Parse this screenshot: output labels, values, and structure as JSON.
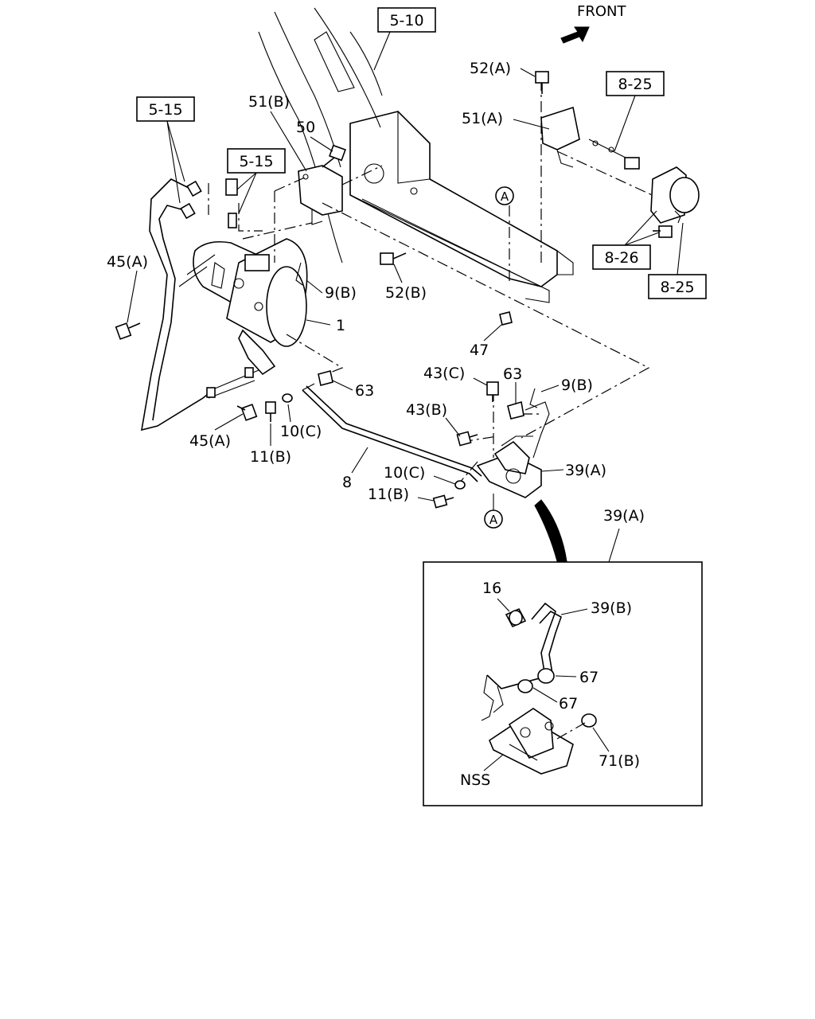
{
  "direction": {
    "front_label": "FRONT"
  },
  "ref_boxes": {
    "r1": "5-10",
    "r2": "5-15",
    "r3": "5-15",
    "r4": "8-25",
    "r5": "8-26",
    "r6": "8-25"
  },
  "callouts": {
    "c52a": "52(A)",
    "c51a": "51(A)",
    "c51b": "51(B)",
    "c50": "50",
    "c45a_top": "45(A)",
    "c9b_left": "9(B)",
    "c52b": "52(B)",
    "c1": "1",
    "c47": "47",
    "c63_left": "63",
    "c43c": "43(C)",
    "c63_right": "63",
    "c9b_right": "9(B)",
    "c43b": "43(B)",
    "c45a_bottom": "45(A)",
    "c10c_left": "10(C)",
    "c11b_left": "11(B)",
    "c39a": "39(A)",
    "c10c_right": "10(C)",
    "c11b_right": "11(B)",
    "c8": "8",
    "c39a_detail": "39(A)"
  },
  "circle_marks": {
    "a_top": "A",
    "a_bottom": "A"
  },
  "detail": {
    "c16": "16",
    "c39b": "39(B)",
    "c67_top": "67",
    "c67_bottom": "67",
    "c71b": "71(B)",
    "cnss": "NSS"
  }
}
